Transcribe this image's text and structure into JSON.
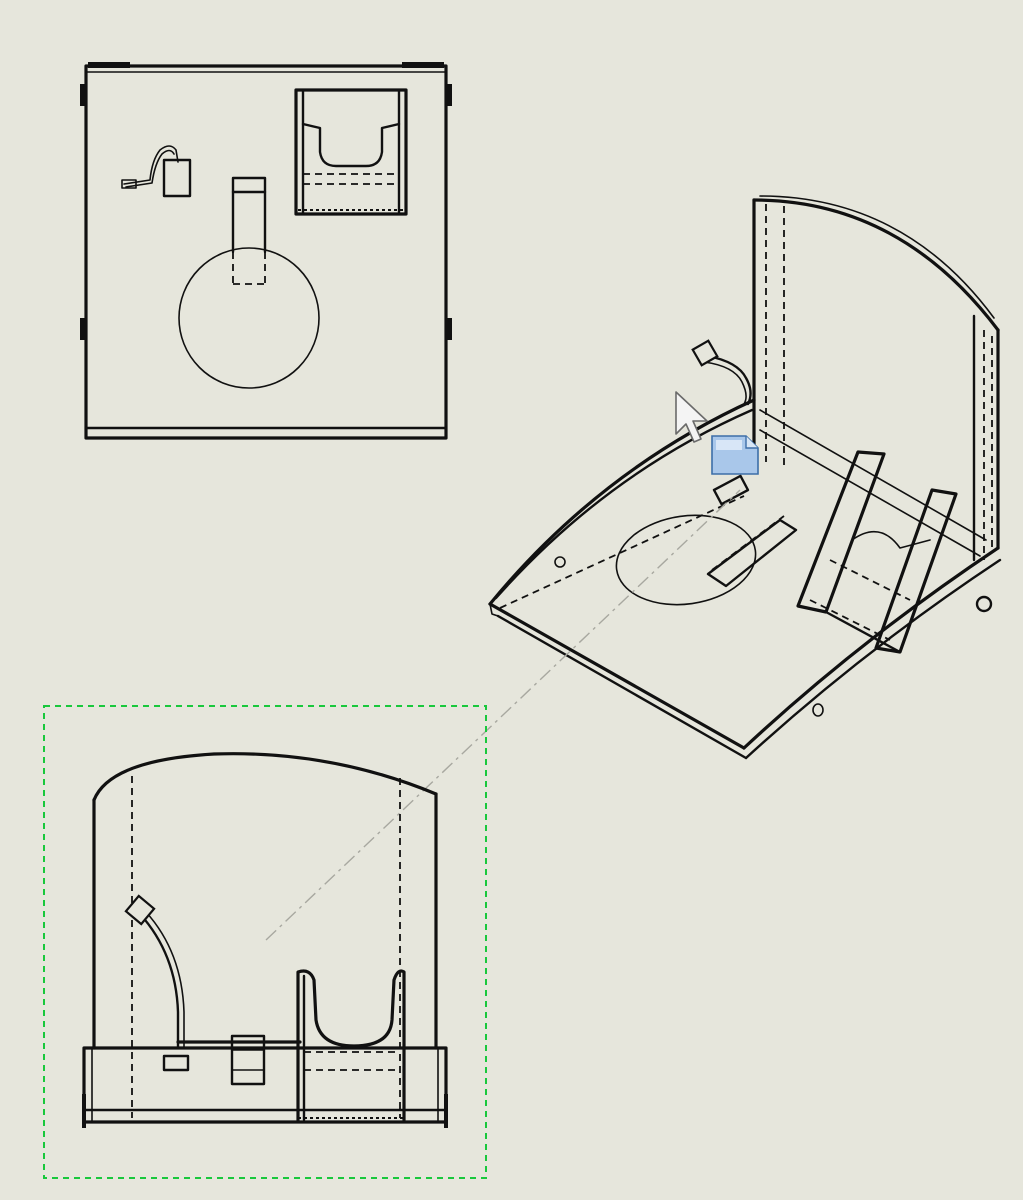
{
  "drawing": {
    "views": [
      {
        "name": "top-view",
        "selected": false
      },
      {
        "name": "isometric-view",
        "selected": false
      },
      {
        "name": "front-view",
        "selected": true
      }
    ],
    "selection_color": "#19c83c",
    "background_color": "#e6e6dc",
    "line_color": "#111111",
    "cursor": {
      "icon": "arrow-cursor-icon",
      "badge_icon": "drawing-view-icon"
    }
  }
}
